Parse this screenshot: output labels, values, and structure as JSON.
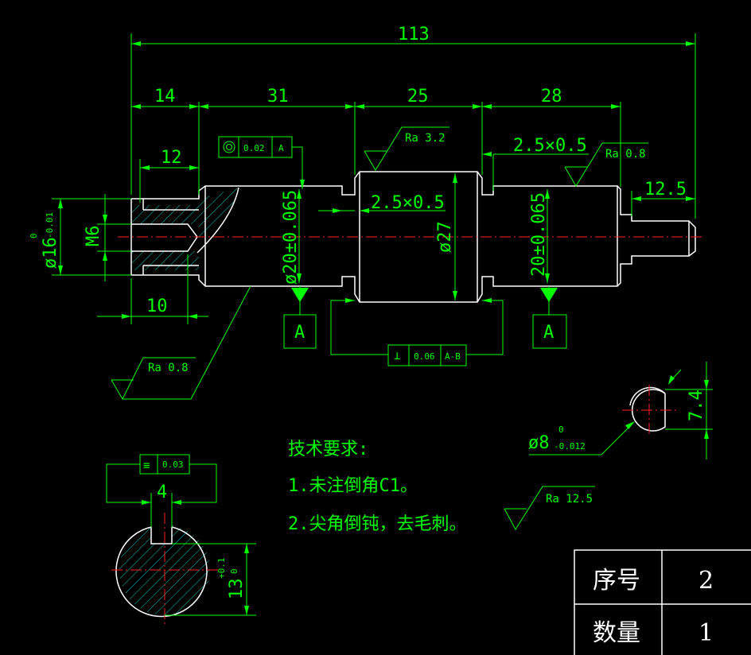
{
  "dimensions": {
    "overall": "113",
    "seg1": "14",
    "seg2": "31",
    "seg3": "25",
    "seg4": "28",
    "bore_depth": "12",
    "thread_len": "10",
    "tip_len": "12.5",
    "chamfer_top": "2.5×0.5",
    "chamfer_mid": "2.5×0.5",
    "dia_left_main": "ø20±0.065",
    "dia_mid": "ø27",
    "dia_right": "20±0.065",
    "dia_outer_base": "ø16",
    "dia_outer_tol_upper": "0",
    "dia_outer_tol_lower": "-0.01",
    "thread": "M6",
    "pin_dia_base": "ø8",
    "pin_tol_upper": "0",
    "pin_tol_lower": "-0.012",
    "flat": "7.4",
    "key_width": "4",
    "key_depth_base": "13",
    "key_tol_upper": "+0.1",
    "key_tol_lower": "0"
  },
  "roughness": {
    "top": "Ra 3.2",
    "right": "Ra 0.8",
    "left": "Ra 0.8",
    "general": "Ra 12.5"
  },
  "tolerances": {
    "concentricity": {
      "symbol": "◎",
      "value": "0.02",
      "datum": "A"
    },
    "perpendicularity": {
      "symbol": "⊥",
      "value": "0.06",
      "datum": "A-B"
    },
    "symmetry": {
      "symbol": "≡",
      "value": "0.03"
    }
  },
  "datums": {
    "left": "A",
    "right": "A"
  },
  "notes": {
    "title": "技术要求:",
    "items": [
      "1.未注倒角C1。",
      "2.尖角倒钝，去毛刺。"
    ]
  },
  "title_block": {
    "seq_label": "序号",
    "seq_value": "2",
    "qty_label": "数量",
    "qty_value": "1"
  }
}
